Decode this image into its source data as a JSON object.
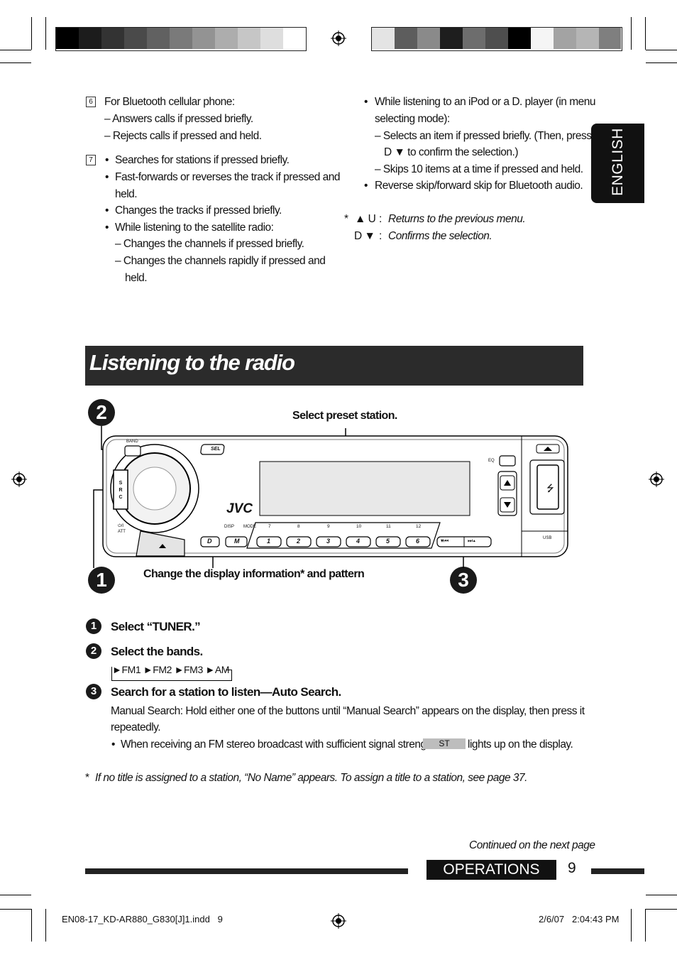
{
  "left_col": {
    "item6_num": "6",
    "item6_head": "For Bluetooth cellular phone:",
    "item6_sub1": "– Answers calls if pressed briefly.",
    "item6_sub2": "– Rejects calls if pressed and held.",
    "item7_num": "7",
    "item7_b1": "Searches for stations if pressed briefly.",
    "item7_b2a": "Fast-forwards or reverses the track if pressed and",
    "item7_b2b": "held.",
    "item7_b3": "Changes the tracks if pressed briefly.",
    "item7_b4": "While listening to the satellite radio:",
    "item7_s1": "– Changes the channels if pressed briefly.",
    "item7_s2a": "– Changes the channels rapidly if pressed and",
    "item7_s2b": "held."
  },
  "right_col": {
    "b1a": "While listening to an iPod or a D. player (in menu",
    "b1b": "selecting mode):",
    "s1a": "– Selects an item if pressed briefly. (Then, press",
    "s1b": "D ▼ to confirm the selection.)",
    "s2": "– Skips 10 items at a time if pressed and held.",
    "b2": "Reverse skip/forward skip for Bluetooth audio.",
    "note_star": "*",
    "note1_key": "▲ U",
    "note1_text": "Returns to the previous menu.",
    "note2_key": "D ▼",
    "note2_text": "Confirms the selection."
  },
  "side_tab": "ENGLISH",
  "section_title": "Listening to the radio",
  "diagram": {
    "num_2": "2",
    "num_1": "1",
    "num_3": "3",
    "label_preset": "Select preset station.",
    "label_display": "Change the display information* and pattern",
    "band": "BAND",
    "sel": "SEL",
    "src": "S R C",
    "att": "⏻/I ATT",
    "brand": "JVC",
    "disp": "DISP",
    "mode": "MODE",
    "eq": "EQ",
    "usb": "USB",
    "upper_nums": [
      "7",
      "8",
      "9",
      "10",
      "11",
      "12"
    ],
    "preset_buttons": [
      "1",
      "2",
      "3",
      "4",
      "5",
      "6"
    ],
    "d_button": "D",
    "m_button": "M"
  },
  "steps": {
    "s1_num": "1",
    "s1": "Select “TUNER.”",
    "s2_num": "2",
    "s2": "Select the bands.",
    "bands": [
      "FM1",
      "FM2",
      "FM3",
      "AM"
    ],
    "s3_num": "3",
    "s3": "Search for a station to listen—Auto Search.",
    "manual_a": "Manual Search: Hold either one of the buttons until “Manual Search” appears on the display, then press it",
    "manual_b": "repeatedly.",
    "stereo_pre": "When receiving an FM stereo broadcast with sufficient signal strength,",
    "st": "ST",
    "stereo_post": "lights up on the display."
  },
  "footnote": "If no title is assigned to a station, “No Name” appears. To assign a title to a station, see page 37.",
  "footnote_star": "*",
  "continued": "Continued on the next page",
  "footer_section": "OPERATIONS",
  "page_number": "9",
  "print_info": {
    "file": "EN08-17_KD-AR880_G830[J]1.indd   9",
    "date": "2/6/07   2:04:43 PM"
  }
}
